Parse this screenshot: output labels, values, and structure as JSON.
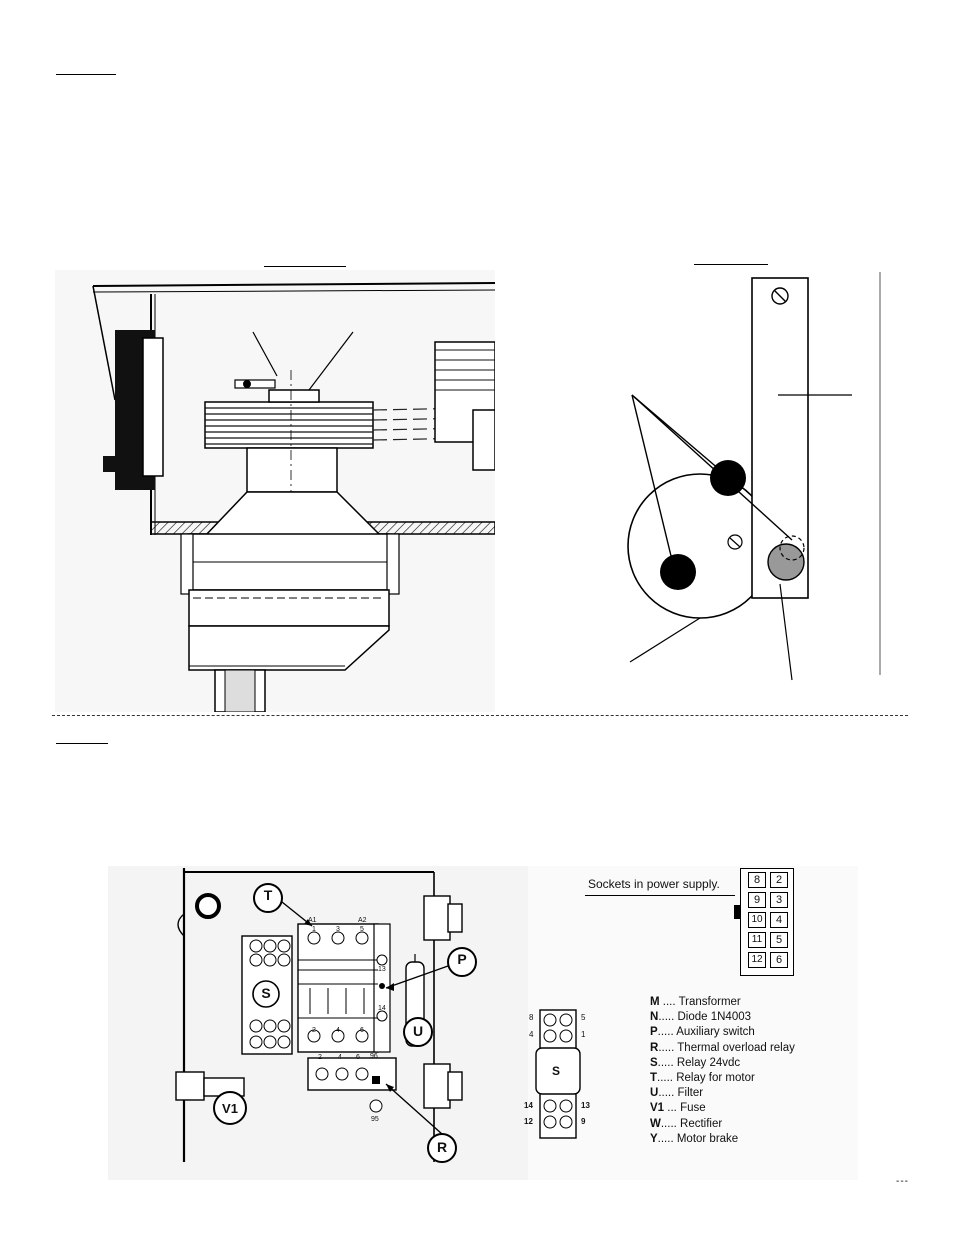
{
  "legend": {
    "items": [
      {
        "code": "M",
        "sep": " .... ",
        "text": "Transformer"
      },
      {
        "code": "N",
        "sep": "..... ",
        "text": "Diode  1N4003"
      },
      {
        "code": "P",
        "sep": "..... ",
        "text": "Auxiliary switch"
      },
      {
        "code": "R",
        "sep": "..... ",
        "text": "Thermal overload relay"
      },
      {
        "code": "S",
        "sep": "..... ",
        "text": "Relay 24vdc"
      },
      {
        "code": "T",
        "sep": "..... ",
        "text": "Relay for motor"
      },
      {
        "code": "U",
        "sep": "..... ",
        "text": "Filter"
      },
      {
        "code": "V1",
        "sep": " ... ",
        "text": "Fuse"
      },
      {
        "code": "W",
        "sep": "..... ",
        "text": "Rectifier"
      },
      {
        "code": "Y",
        "sep": "..... ",
        "text": "Motor brake"
      }
    ]
  },
  "sockets": {
    "label": "Sockets in power supply.",
    "pins": [
      "8",
      "2",
      "9",
      "3",
      "10",
      "4",
      "11",
      "5",
      "12",
      "6"
    ]
  },
  "callouts": {
    "T": "T",
    "P": "P",
    "U": "U",
    "R": "R",
    "S": "S",
    "V1": "V1",
    "S_relay": "S"
  },
  "contactor": {
    "top_terminals": [
      "1",
      "3",
      "5"
    ],
    "bottom_terminals": [
      "2",
      "4",
      "6"
    ],
    "aux_top": "13",
    "aux_bottom": "14",
    "top_aux_labels": [
      "A1",
      "A2"
    ],
    "overload_96": "96",
    "overload_95": "95",
    "overload_terms": [
      "2",
      "4",
      "6"
    ]
  },
  "relay_s_pins": {
    "top_left": "8",
    "top_right": "5",
    "mid_left": "4",
    "mid_right": "1",
    "bot1_left": "14",
    "bot1_right": "13",
    "bot2_left": "12",
    "bot2_right": "9"
  },
  "footer": "---"
}
